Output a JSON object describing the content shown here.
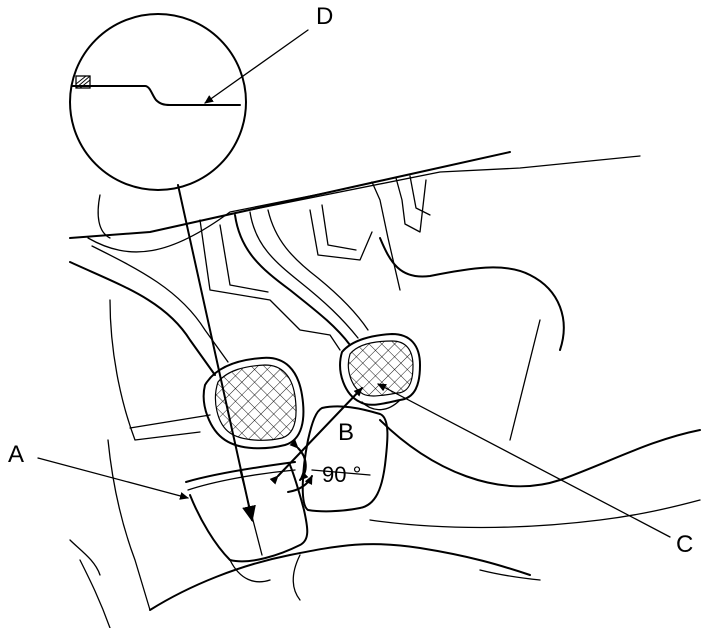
{
  "callouts": {
    "a": "A",
    "b": "B",
    "c": "C",
    "d": "D"
  },
  "angle_label": "90 °"
}
